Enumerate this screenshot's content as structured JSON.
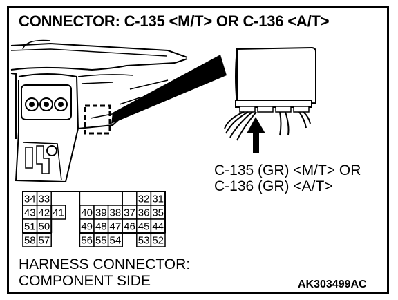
{
  "title": "CONNECTOR: C-135 <M/T> OR C-136 <A/T>",
  "callout": {
    "line1": "C-135 (GR) <M/T> OR",
    "line2": "C-136 (GR) <A/T>"
  },
  "caption": {
    "line1": "HARNESS CONNECTOR:",
    "line2": "COMPONENT SIDE"
  },
  "figure_id": "AK303499AC",
  "pins": {
    "row1_left": [
      "34",
      "33"
    ],
    "row1_right": [
      "32",
      "31"
    ],
    "row2": [
      "43",
      "42",
      "41",
      "40",
      "39",
      "38",
      "37",
      "36",
      "35"
    ],
    "row3_left": [
      "51",
      "50"
    ],
    "row3_right": [
      "49",
      "48",
      "47",
      "46",
      "45",
      "44"
    ],
    "row4_left": [
      "58",
      "57"
    ],
    "row4_right": [
      "56",
      "55",
      "54",
      "53",
      "52"
    ]
  }
}
